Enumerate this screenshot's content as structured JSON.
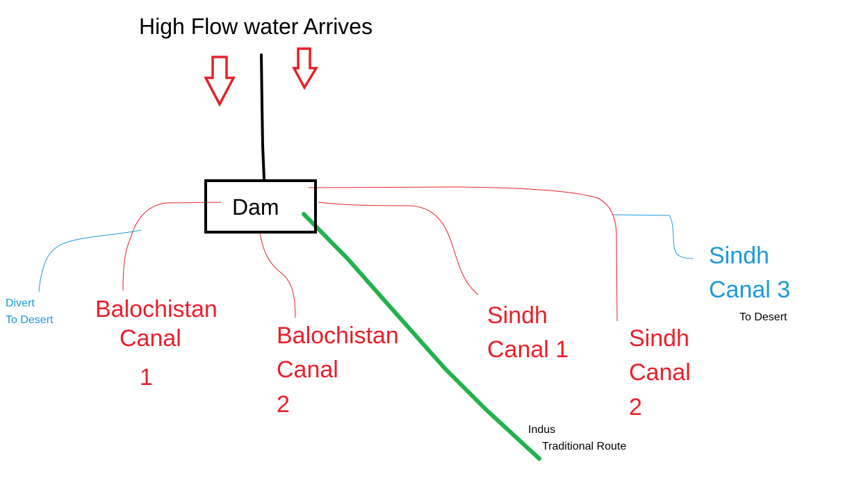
{
  "title": "High Flow water Arrives",
  "dam_label": "Dam",
  "canals": {
    "balochistan_1": {
      "line1": "Balochistan",
      "line2": "Canal",
      "line3": "1"
    },
    "balochistan_2": {
      "line1": "Balochistan",
      "line2": "Canal",
      "line3": "2"
    },
    "sindh_1": {
      "line1": "Sindh",
      "line2": "Canal 1"
    },
    "sindh_2": {
      "line1": "Sindh",
      "line2": "Canal",
      "line3": "2"
    },
    "sindh_3": {
      "line1": "Sindh",
      "line2": "Canal 3"
    }
  },
  "divert": {
    "line1": "Divert",
    "line2": "To Desert"
  },
  "sindh_3_note": "To Desert",
  "indus": {
    "line1": "Indus",
    "line2": "Traditional Route"
  },
  "colors": {
    "red": "#e8202a",
    "blue": "#1a9ad8",
    "green": "#22b14c",
    "black": "#000000"
  }
}
